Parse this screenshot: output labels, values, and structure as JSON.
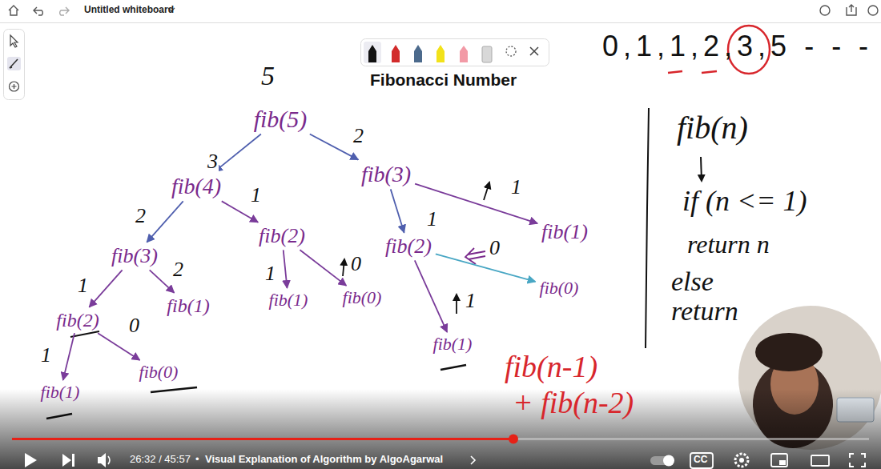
{
  "diagram": {
    "title": "Fibonacci Number",
    "nodes": [
      {
        "text": [
          "fib(5)"
        ]
      },
      {
        "text": [
          "fib(4)"
        ]
      },
      {
        "text": [
          "fib(3)"
        ]
      },
      {
        "text": [
          "fib(3)"
        ]
      },
      {
        "text": [
          "fib(2)"
        ]
      },
      {
        "text": [
          "fib(2)"
        ]
      },
      {
        "text": [
          "fib(1)"
        ]
      },
      {
        "text": [
          "fib(2)"
        ]
      },
      {
        "text": [
          "fib(1)"
        ]
      },
      {
        "text": [
          "fib(1)"
        ]
      },
      {
        "text": [
          "fib(0)"
        ]
      },
      {
        "text": [
          "fib(0)"
        ]
      },
      {
        "text": [
          "fib(1)"
        ]
      },
      {
        "text": [
          "fib(1)"
        ]
      },
      {
        "text": [
          "fib(0)"
        ]
      }
    ],
    "edges": [
      {
        "from": 0,
        "to": 1,
        "arrow": "to",
        "label": "3"
      },
      {
        "from": 0,
        "to": 2,
        "arrow": "to",
        "label": "2"
      },
      {
        "from": 1,
        "to": 3,
        "arrow": "to",
        "label": "2"
      },
      {
        "from": 1,
        "to": 4,
        "arrow": "to",
        "label": "1"
      },
      {
        "from": 2,
        "to": 5,
        "arrow": "to",
        "label": "1"
      },
      {
        "from": 2,
        "to": 6,
        "arrow": "to",
        "label": "1"
      },
      {
        "from": 3,
        "to": 7,
        "arrow": "to",
        "label": "1"
      },
      {
        "from": 3,
        "to": 8,
        "arrow": "to",
        "label": "2"
      },
      {
        "from": 4,
        "to": 9,
        "arrow": "to",
        "label": "1"
      },
      {
        "from": 4,
        "to": 10,
        "arrow": "to",
        "label": "0"
      },
      {
        "from": 5,
        "to": 11,
        "arrow": "to",
        "label": "0"
      },
      {
        "from": 5,
        "to": 12,
        "arrow": "to",
        "label": "1"
      },
      {
        "from": 7,
        "to": 13,
        "arrow": "to",
        "label": "1"
      },
      {
        "from": 7,
        "to": 14,
        "arrow": "to",
        "label": "0"
      }
    ],
    "labels": [
      "Untitled whiteboard",
      "5",
      "0,1,1,2,3,5 - - -",
      "fib(n)",
      "if (n <= 1)",
      "return n",
      "else",
      "return",
      "fib(n-1)",
      "+ fib(n-2)",
      "26:32 / 45:57",
      "•",
      "Visual Explanation of Algorithm by AlgoAgarwal",
      "CC"
    ]
  }
}
